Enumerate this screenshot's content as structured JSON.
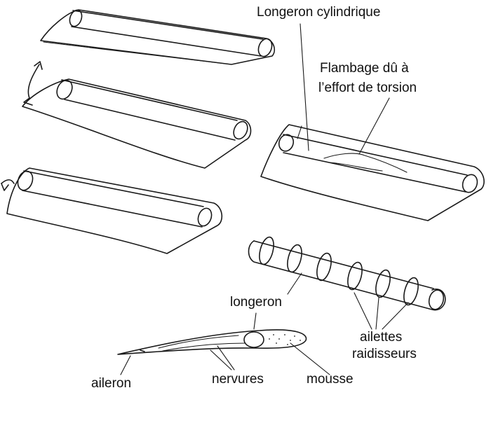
{
  "labels": {
    "longeron_cylindrique": "Longeron cylindrique",
    "flambage_line1": "Flambage dû à",
    "flambage_line2": "l’effort de torsion",
    "longeron": "longeron",
    "ailettes": "ailettes",
    "raidisseurs": "raidisseurs",
    "aileron": "aileron",
    "nervures": "nervures",
    "mousse": "mousse"
  },
  "colors": {
    "ink": "#1a1a1a",
    "background": "#ffffff"
  }
}
